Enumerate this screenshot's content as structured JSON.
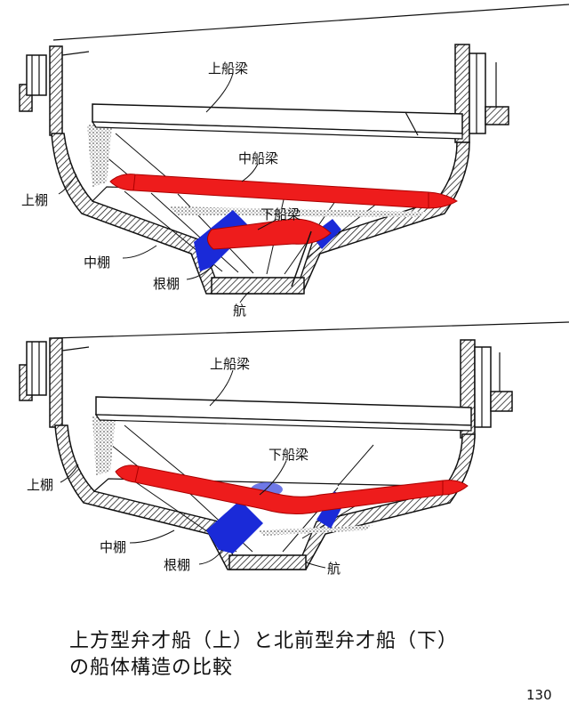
{
  "top_diagram": {
    "labels": {
      "upper_beam": "上船梁",
      "middle_beam": "中船梁",
      "lower_beam": "下船梁",
      "upper_plank": "上棚",
      "middle_plank": "中棚",
      "bottom_plank": "根棚",
      "keel": "航"
    }
  },
  "bottom_diagram": {
    "labels": {
      "upper_beam": "上船梁",
      "lower_beam": "下船梁",
      "upper_plank": "上棚",
      "middle_plank": "中棚",
      "bottom_plank": "根棚",
      "keel": "航"
    }
  },
  "caption": {
    "line1": "上方型弁才船（上）と北前型弁才船（下）",
    "line2": "の船体構造の比較"
  },
  "page_number": "130",
  "colors": {
    "beam_red": "#ee1c1c",
    "beam_blue": "#1a2ad8",
    "hull_hatch": "#222222"
  }
}
